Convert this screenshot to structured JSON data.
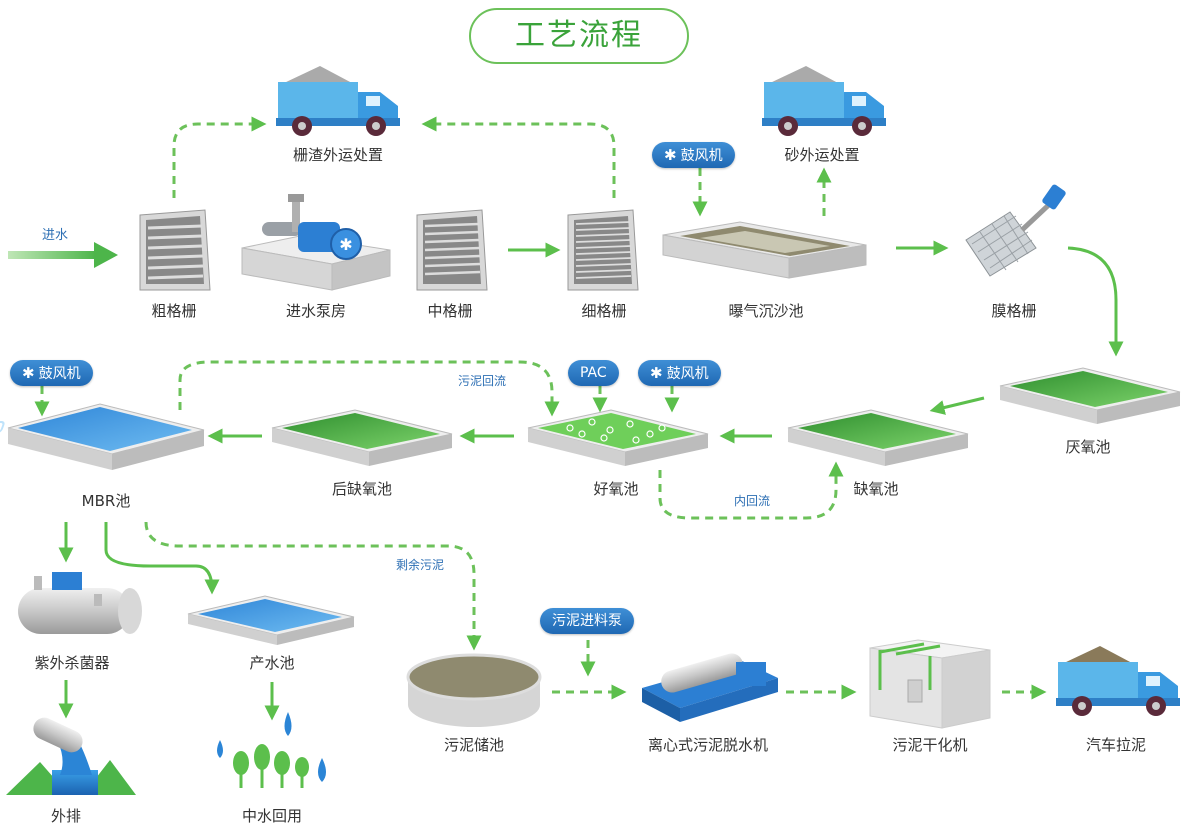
{
  "title": "工艺流程",
  "inlet": "进水",
  "equipment": {
    "coarse_screen": "粗格栅",
    "pump_house": "进水泵房",
    "medium_screen": "中格栅",
    "fine_screen": "细格栅",
    "grit_chamber": "曝气沉沙池",
    "membrane_screen": "膜格栅",
    "screenings_disposal": "栅渣外运处置",
    "sand_disposal": "砂外运处置",
    "anaerobic": "厌氧池",
    "anoxic": "缺氧池",
    "aerobic": "好氧池",
    "post_anoxic": "后缺氧池",
    "mbr": "MBR池",
    "uv": "紫外杀菌器",
    "product_water": "产水池",
    "discharge": "外排",
    "reuse": "中水回用",
    "sludge_tank": "污泥储池",
    "centrifuge": "离心式污泥脱水机",
    "dryer": "污泥干化机",
    "truck": "汽车拉泥"
  },
  "inputs": {
    "blower_grit": "鼓风机",
    "blower_aerobic": "鼓风机",
    "blower_mbr": "鼓风机",
    "pac": "PAC",
    "sludge_pump": "污泥进料泵"
  },
  "flows": {
    "sludge_return": "污泥回流",
    "internal_return": "内回流",
    "excess_sludge": "剩余污泥"
  },
  "colors": {
    "accent_green": "#5cbf4c",
    "dashed_green": "#6cc15a",
    "blue": "#2d6fb4",
    "pill_blue": "#2a78c4"
  }
}
